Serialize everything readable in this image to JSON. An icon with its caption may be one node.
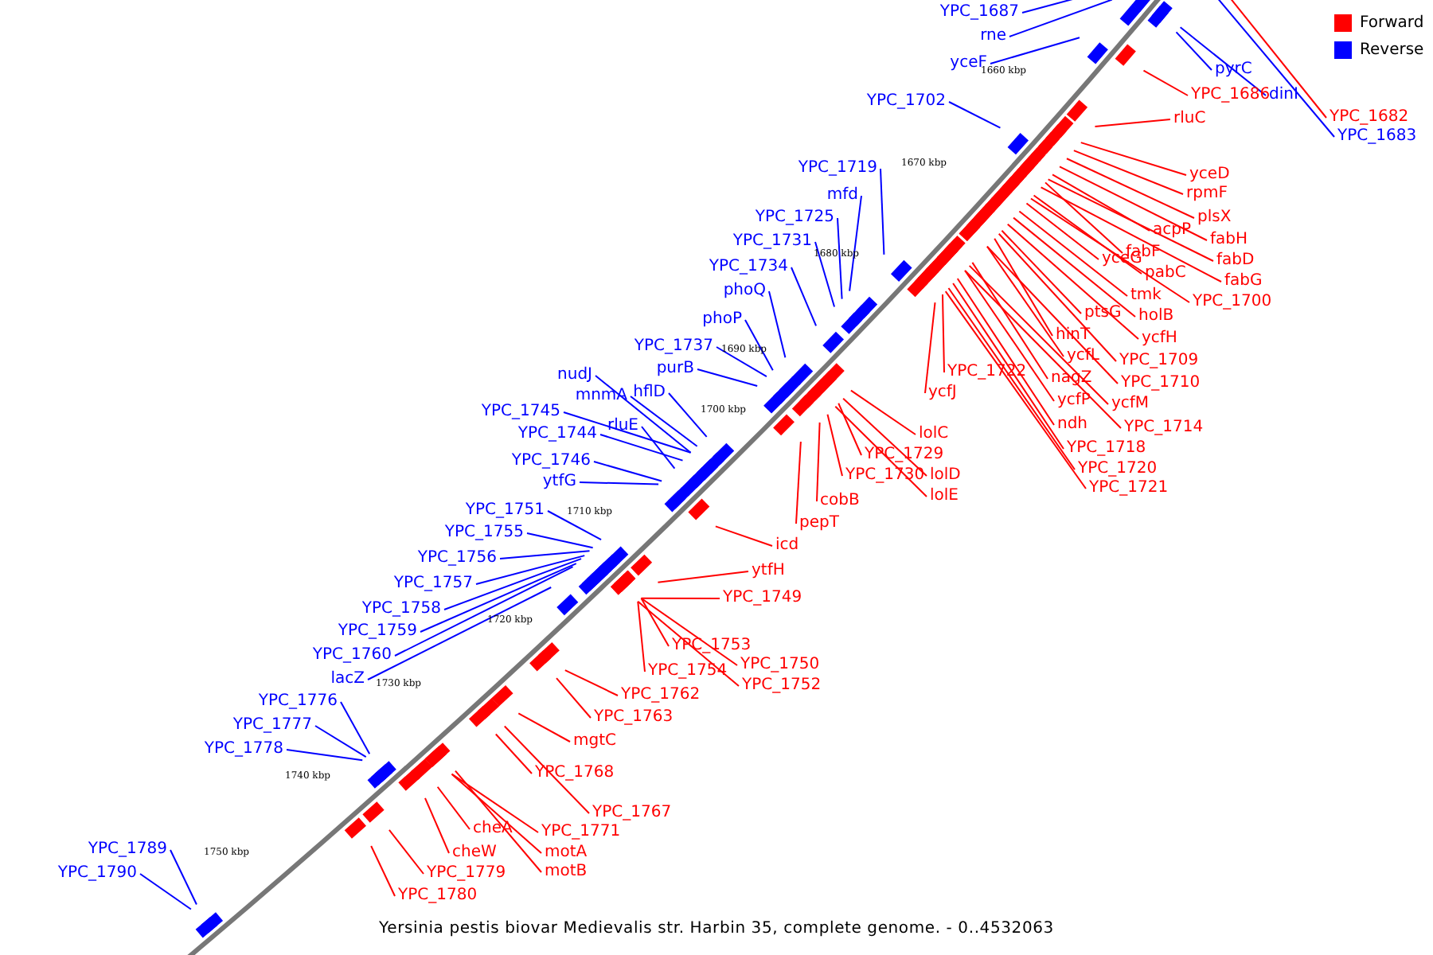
{
  "diagram": {
    "caption": "Yersinia pestis biovar Medievalis str. Harbin 35, complete genome. - 0..4532063",
    "nodes": [
      {
        "text": [
          "YPC_1687"
        ]
      },
      {
        "text": [
          "rne"
        ]
      },
      {
        "text": [
          "yceF"
        ]
      },
      {
        "text": [
          "YPC_1682"
        ]
      },
      {
        "text": [
          "pyrC"
        ]
      },
      {
        "text": [
          "YPC_1686"
        ]
      },
      {
        "text": [
          "dinI"
        ]
      },
      {
        "text": [
          "YPC_1702"
        ]
      },
      {
        "text": [
          "rluC"
        ]
      },
      {
        "text": [
          "YPC_1683"
        ]
      },
      {
        "text": [
          "YPC_1719"
        ]
      },
      {
        "text": [
          "yceD"
        ]
      },
      {
        "text": [
          "rpmF"
        ]
      },
      {
        "text": [
          "mfd"
        ]
      },
      {
        "text": [
          "plsX"
        ]
      },
      {
        "text": [
          "YPC_1725"
        ]
      },
      {
        "text": [
          "acpP"
        ]
      },
      {
        "text": [
          "fabH"
        ]
      },
      {
        "text": [
          "YPC_1731"
        ]
      },
      {
        "text": [
          "fabF"
        ]
      },
      {
        "text": [
          "yceG"
        ]
      },
      {
        "text": [
          "fabD"
        ]
      },
      {
        "text": [
          "YPC_1734"
        ]
      },
      {
        "text": [
          "pabC"
        ]
      },
      {
        "text": [
          "fabG"
        ]
      },
      {
        "text": [
          "phoQ"
        ]
      },
      {
        "text": [
          "tmk"
        ]
      },
      {
        "text": [
          "YPC_1700"
        ]
      },
      {
        "text": [
          "ptsG"
        ]
      },
      {
        "text": [
          "holB"
        ]
      },
      {
        "text": [
          "phoP"
        ]
      },
      {
        "text": [
          "hinT"
        ]
      },
      {
        "text": [
          "ycfH"
        ]
      },
      {
        "text": [
          "YPC_1737"
        ]
      },
      {
        "text": [
          "ycfL"
        ]
      },
      {
        "text": [
          "YPC_1709"
        ]
      },
      {
        "text": [
          "purB"
        ]
      },
      {
        "text": [
          "YPC_1722"
        ]
      },
      {
        "text": [
          "nudJ"
        ]
      },
      {
        "text": [
          "nagZ"
        ]
      },
      {
        "text": [
          "YPC_1710"
        ]
      },
      {
        "text": [
          "ycfJ"
        ]
      },
      {
        "text": [
          "mnmA"
        ]
      },
      {
        "text": [
          "hflD"
        ]
      },
      {
        "text": [
          "ycfP"
        ]
      },
      {
        "text": [
          "ycfM"
        ]
      },
      {
        "text": [
          "YPC_1745"
        ]
      },
      {
        "text": [
          "ndh"
        ]
      },
      {
        "text": [
          "rluE"
        ]
      },
      {
        "text": [
          "YPC_1714"
        ]
      },
      {
        "text": [
          "lolC"
        ]
      },
      {
        "text": [
          "YPC_1744"
        ]
      },
      {
        "text": [
          "YPC_1718"
        ]
      },
      {
        "text": [
          "YPC_1729"
        ]
      },
      {
        "text": [
          "YPC_1746"
        ]
      },
      {
        "text": [
          "YPC_1720"
        ]
      },
      {
        "text": [
          "lolD"
        ]
      },
      {
        "text": [
          "YPC_1730"
        ]
      },
      {
        "text": [
          "ytfG"
        ]
      },
      {
        "text": [
          "YPC_1721"
        ]
      },
      {
        "text": [
          "lolE"
        ]
      },
      {
        "text": [
          "cobB"
        ]
      },
      {
        "text": [
          "YPC_1751"
        ]
      },
      {
        "text": [
          "pepT"
        ]
      },
      {
        "text": [
          "YPC_1755"
        ]
      },
      {
        "text": [
          "icd"
        ]
      },
      {
        "text": [
          "YPC_1756"
        ]
      },
      {
        "text": [
          "ytfH"
        ]
      },
      {
        "text": [
          "YPC_1757"
        ]
      },
      {
        "text": [
          "YPC_1749"
        ]
      },
      {
        "text": [
          "YPC_1758"
        ]
      },
      {
        "text": [
          "YPC_1759"
        ]
      },
      {
        "text": [
          "YPC_1753"
        ]
      },
      {
        "text": [
          "YPC_1760"
        ]
      },
      {
        "text": [
          "YPC_1750"
        ]
      },
      {
        "text": [
          "YPC_1754"
        ]
      },
      {
        "text": [
          "lacZ"
        ]
      },
      {
        "text": [
          "YPC_1752"
        ]
      },
      {
        "text": [
          "YPC_1762"
        ]
      },
      {
        "text": [
          "YPC_1776"
        ]
      },
      {
        "text": [
          "YPC_1763"
        ]
      },
      {
        "text": [
          "YPC_1777"
        ]
      },
      {
        "text": [
          "mgtC"
        ]
      },
      {
        "text": [
          "YPC_1778"
        ]
      },
      {
        "text": [
          "YPC_1768"
        ]
      },
      {
        "text": [
          "YPC_1767"
        ]
      },
      {
        "text": [
          "cheA"
        ]
      },
      {
        "text": [
          "YPC_1771"
        ]
      },
      {
        "text": [
          "YPC_1789"
        ]
      },
      {
        "text": [
          "cheW"
        ]
      },
      {
        "text": [
          "motA"
        ]
      },
      {
        "text": [
          "motB"
        ]
      },
      {
        "text": [
          "YPC_1779"
        ]
      },
      {
        "text": [
          "YPC_1790"
        ]
      },
      {
        "text": [
          "YPC_1780"
        ]
      }
    ],
    "edges": [
      {
        "from": 0,
        "to": null,
        "arrow": "none",
        "color": "#0000ff"
      },
      {
        "from": 1,
        "to": null,
        "arrow": "none",
        "color": "#0000ff"
      },
      {
        "from": 2,
        "to": null,
        "arrow": "none",
        "color": "#0000ff"
      },
      {
        "from": 3,
        "to": null,
        "arrow": "none"
      },
      {
        "from": 4,
        "to": null,
        "arrow": "none",
        "color": "#0000ff"
      },
      {
        "from": 5,
        "to": null,
        "arrow": "none"
      },
      {
        "from": 6,
        "to": null,
        "arrow": "none",
        "color": "#0000ff"
      },
      {
        "from": 7,
        "to": null,
        "arrow": "none",
        "color": "#0000ff"
      },
      {
        "from": 8,
        "to": null,
        "arrow": "none"
      },
      {
        "from": 9,
        "to": null,
        "arrow": "none",
        "color": "#0000ff"
      },
      {
        "from": 10,
        "to": null,
        "arrow": "none",
        "color": "#0000ff"
      },
      {
        "from": 11,
        "to": null,
        "arrow": "none"
      },
      {
        "from": 12,
        "to": null,
        "arrow": "none"
      },
      {
        "from": 13,
        "to": null,
        "arrow": "none",
        "color": "#0000ff"
      },
      {
        "from": 14,
        "to": null,
        "arrow": "none"
      },
      {
        "from": 15,
        "to": null,
        "arrow": "none",
        "color": "#0000ff"
      },
      {
        "from": 16,
        "to": null,
        "arrow": "none"
      },
      {
        "from": 17,
        "to": null,
        "arrow": "none"
      },
      {
        "from": 18,
        "to": null,
        "arrow": "none",
        "color": "#0000ff"
      },
      {
        "from": 19,
        "to": null,
        "arrow": "none"
      },
      {
        "from": 20,
        "to": null,
        "arrow": "none"
      },
      {
        "from": 21,
        "to": null,
        "arrow": "none"
      },
      {
        "from": 22,
        "to": null,
        "arrow": "none",
        "color": "#0000ff"
      },
      {
        "from": 23,
        "to": null,
        "arrow": "none"
      },
      {
        "from": 24,
        "to": null,
        "arrow": "none"
      },
      {
        "from": 25,
        "to": null,
        "arrow": "none",
        "color": "#0000ff"
      },
      {
        "from": 26,
        "to": null,
        "arrow": "none"
      },
      {
        "from": 27,
        "to": null,
        "arrow": "none"
      },
      {
        "from": 28,
        "to": null,
        "arrow": "none"
      },
      {
        "from": 29,
        "to": null,
        "arrow": "none"
      },
      {
        "from": 30,
        "to": null,
        "arrow": "none",
        "color": "#0000ff"
      },
      {
        "from": 31,
        "to": null,
        "arrow": "none"
      },
      {
        "from": 32,
        "to": null,
        "arrow": "none"
      },
      {
        "from": 33,
        "to": null,
        "arrow": "none",
        "color": "#0000ff"
      },
      {
        "from": 34,
        "to": null,
        "arrow": "none"
      },
      {
        "from": 35,
        "to": null,
        "arrow": "none"
      },
      {
        "from": 36,
        "to": null,
        "arrow": "none",
        "color": "#0000ff"
      },
      {
        "from": 37,
        "to": null,
        "arrow": "none"
      },
      {
        "from": 38,
        "to": null,
        "arrow": "none",
        "color": "#0000ff"
      },
      {
        "from": 39,
        "to": null,
        "arrow": "none"
      },
      {
        "from": 40,
        "to": null,
        "arrow": "none"
      },
      {
        "from": 41,
        "to": null,
        "arrow": "none"
      },
      {
        "from": 42,
        "to": null,
        "arrow": "none",
        "color": "#0000ff"
      },
      {
        "from": 43,
        "to": null,
        "arrow": "none",
        "color": "#0000ff"
      },
      {
        "from": 44,
        "to": null,
        "arrow": "none"
      },
      {
        "from": 45,
        "to": null,
        "arrow": "none"
      },
      {
        "from": 46,
        "to": null,
        "arrow": "none",
        "color": "#0000ff"
      },
      {
        "from": 47,
        "to": null,
        "arrow": "none"
      },
      {
        "from": 48,
        "to": null,
        "arrow": "none",
        "color": "#0000ff"
      },
      {
        "from": 49,
        "to": null,
        "arrow": "none"
      },
      {
        "from": 50,
        "to": null,
        "arrow": "none"
      },
      {
        "from": 51,
        "to": null,
        "arrow": "none",
        "color": "#0000ff"
      },
      {
        "from": 52,
        "to": null,
        "arrow": "none"
      },
      {
        "from": 53,
        "to": null,
        "arrow": "none"
      },
      {
        "from": 54,
        "to": null,
        "arrow": "none",
        "color": "#0000ff"
      },
      {
        "from": 55,
        "to": null,
        "arrow": "none"
      },
      {
        "from": 56,
        "to": null,
        "arrow": "none"
      },
      {
        "from": 57,
        "to": null,
        "arrow": "none"
      },
      {
        "from": 58,
        "to": null,
        "arrow": "none",
        "color": "#0000ff"
      },
      {
        "from": 59,
        "to": null,
        "arrow": "none"
      },
      {
        "from": 60,
        "to": null,
        "arrow": "none"
      },
      {
        "from": 61,
        "to": null,
        "arrow": "none"
      },
      {
        "from": 62,
        "to": null,
        "arrow": "none",
        "color": "#0000ff"
      },
      {
        "from": 63,
        "to": null,
        "arrow": "none"
      },
      {
        "from": 64,
        "to": null,
        "arrow": "none",
        "color": "#0000ff"
      },
      {
        "from": 65,
        "to": null,
        "arrow": "none"
      },
      {
        "from": 66,
        "to": null,
        "arrow": "none",
        "color": "#0000ff"
      },
      {
        "from": 67,
        "to": null,
        "arrow": "none"
      },
      {
        "from": 68,
        "to": null,
        "arrow": "none",
        "color": "#0000ff"
      },
      {
        "from": 69,
        "to": null,
        "arrow": "none"
      },
      {
        "from": 70,
        "to": null,
        "arrow": "none",
        "color": "#0000ff"
      },
      {
        "from": 71,
        "to": null,
        "arrow": "none",
        "color": "#0000ff"
      },
      {
        "from": 72,
        "to": null,
        "arrow": "none"
      },
      {
        "from": 73,
        "to": null,
        "arrow": "none",
        "color": "#0000ff"
      },
      {
        "from": 74,
        "to": null,
        "arrow": "none"
      },
      {
        "from": 75,
        "to": null,
        "arrow": "none"
      },
      {
        "from": 76,
        "to": null,
        "arrow": "none",
        "color": "#0000ff"
      },
      {
        "from": 77,
        "to": null,
        "arrow": "none"
      },
      {
        "from": 78,
        "to": null,
        "arrow": "none"
      },
      {
        "from": 79,
        "to": null,
        "arrow": "none",
        "color": "#0000ff"
      },
      {
        "from": 80,
        "to": null,
        "arrow": "none"
      },
      {
        "from": 81,
        "to": null,
        "arrow": "none",
        "color": "#0000ff"
      },
      {
        "from": 82,
        "to": null,
        "arrow": "none"
      },
      {
        "from": 83,
        "to": null,
        "arrow": "none",
        "color": "#0000ff"
      },
      {
        "from": 84,
        "to": null,
        "arrow": "none"
      },
      {
        "from": 85,
        "to": null,
        "arrow": "none"
      },
      {
        "from": 86,
        "to": null,
        "arrow": "none"
      },
      {
        "from": 87,
        "to": null,
        "arrow": "none"
      },
      {
        "from": 88,
        "to": null,
        "arrow": "none",
        "color": "#0000ff"
      },
      {
        "from": 89,
        "to": null,
        "arrow": "none"
      },
      {
        "from": 90,
        "to": null,
        "arrow": "none"
      },
      {
        "from": 91,
        "to": null,
        "arrow": "none"
      },
      {
        "from": 92,
        "to": null,
        "arrow": "none"
      },
      {
        "from": 93,
        "to": null,
        "arrow": "none",
        "color": "#0000ff"
      },
      {
        "from": 94,
        "to": null,
        "arrow": "none"
      }
    ],
    "labels": [
      "1660 kbp",
      "1670 kbp",
      "1680 kbp",
      "1690 kbp",
      "1700 kbp",
      "1710 kbp",
      "1720 kbp",
      "1730 kbp",
      "1740 kbp",
      "1750 kbp"
    ],
    "legend": [
      {
        "text": "Forward",
        "color": "#ff0000"
      },
      {
        "text": "Reverse",
        "color": "#0000ff"
      }
    ]
  }
}
